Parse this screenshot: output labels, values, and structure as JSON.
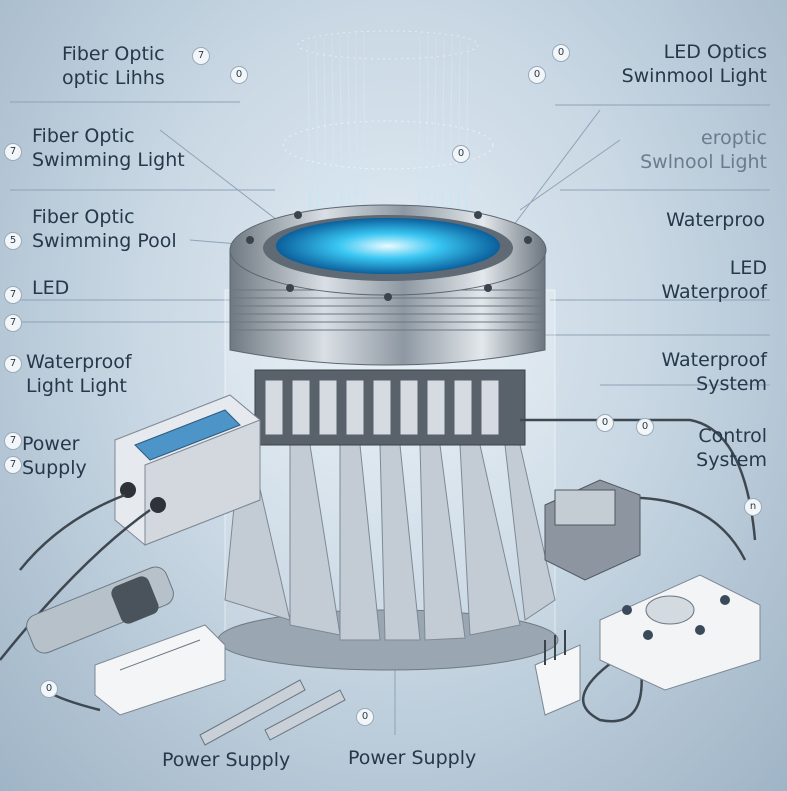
{
  "labels": {
    "left": [
      {
        "line1": "Fiber Optic",
        "line2": "optic Lihhs"
      },
      {
        "line1": "Fiber Optic",
        "line2": "Swimming Light"
      },
      {
        "line1": "Fiber Optic",
        "line2": "Swimming Pool"
      },
      {
        "line1": "LED"
      },
      {
        "line1": "Waterproof",
        "line2": "Light Light"
      },
      {
        "line1": "Power",
        "line2": "Supply"
      }
    ],
    "right": [
      {
        "line1": "LED Optics",
        "line2": "Swinmool Light"
      },
      {
        "line1": "eroptic",
        "line2": "Swlnool Light"
      },
      {
        "line1": "Waterproo"
      },
      {
        "line1": "LED",
        "line2": "Waterproof"
      },
      {
        "line1": "Waterproof",
        "line2": "System"
      },
      {
        "line1": "Control",
        "line2": "System"
      }
    ],
    "bottom": [
      "Power Supply",
      "Power Supply"
    ]
  },
  "markers": [
    "7",
    "0",
    "0",
    "0",
    "7",
    "5",
    "7",
    "7",
    "7",
    "7",
    "7",
    "0",
    "0",
    "0",
    "0",
    "n",
    "0"
  ],
  "colors": {
    "background": "#c9d8e4",
    "accent_glow": "#39c6f2",
    "metal": "#a9b3bd",
    "text": "#26384a"
  }
}
